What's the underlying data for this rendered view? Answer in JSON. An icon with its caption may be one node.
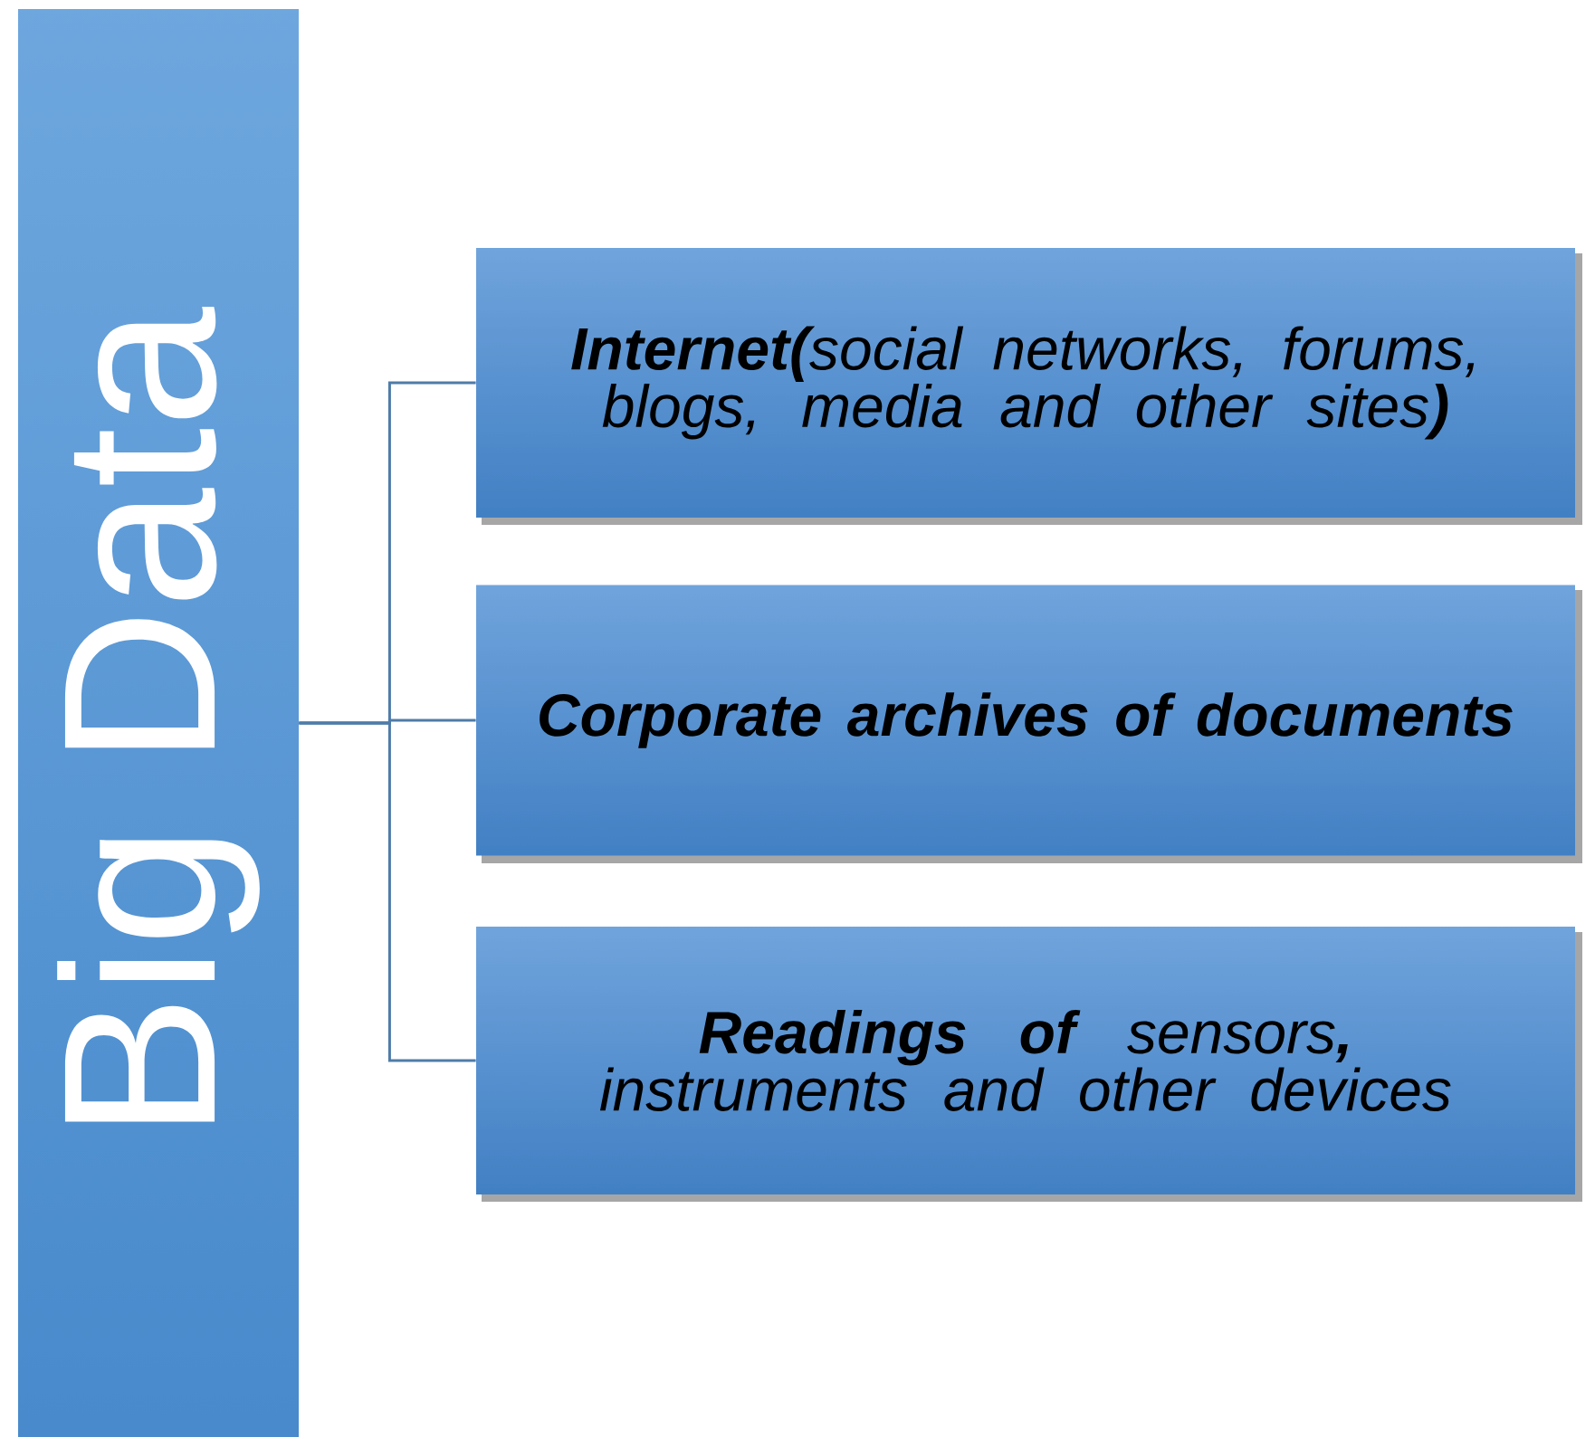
{
  "diagram": {
    "nodes": [
      {
        "text": [
          "Big Data"
        ]
      },
      {
        "text": [
          "**Internet(**social networks, forums, blogs, media and other sites**)**"
        ]
      },
      {
        "text": [
          "**Corporate archives of documents**"
        ]
      },
      {
        "text": [
          "**Readings of** sensors**,** instruments and other devices"
        ]
      }
    ],
    "edges": [
      {
        "from": 0,
        "to": 1,
        "arrow": "none"
      },
      {
        "from": 0,
        "to": 2,
        "arrow": "none"
      },
      {
        "from": 0,
        "to": 3,
        "arrow": "none"
      }
    ]
  }
}
